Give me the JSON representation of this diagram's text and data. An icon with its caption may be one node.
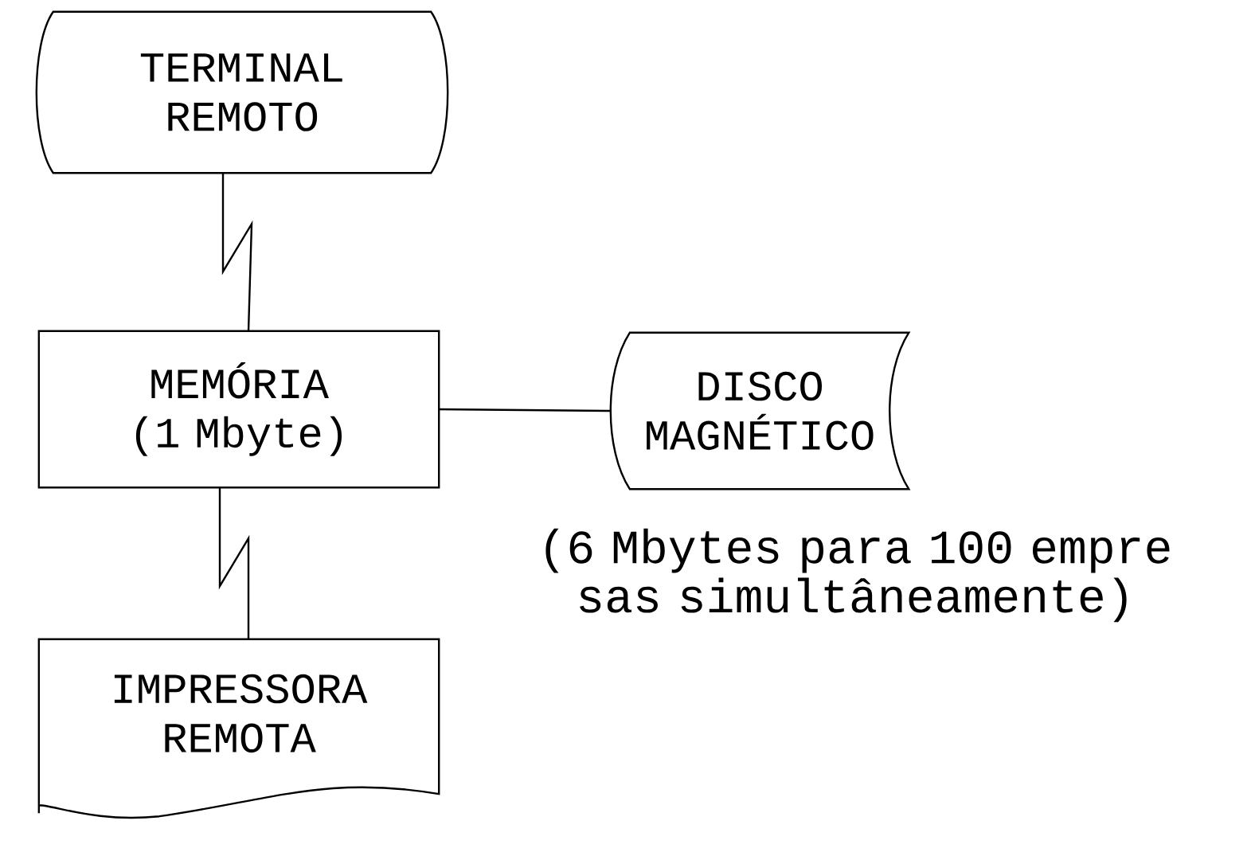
{
  "diagram": {
    "nodes": [
      {
        "text": [
          "TERMINAL REMOTO"
        ]
      },
      {
        "text": [
          "MEMÓRIA (1 Mbyte)"
        ]
      },
      {
        "text": [
          "DISCO MAGNÉTICO"
        ],
        "beside": [
          "(6 Mbytes para 100 empre sas simultâneamente)"
        ]
      },
      {
        "text": [
          "IMPRESSORA REMOTA"
        ]
      }
    ],
    "edges": [
      {
        "from": 0,
        "to": 1,
        "arrow": "none"
      },
      {
        "from": 1,
        "to": 3,
        "arrow": "none"
      },
      {
        "from": 1,
        "to": 2,
        "arrow": "none"
      }
    ]
  }
}
